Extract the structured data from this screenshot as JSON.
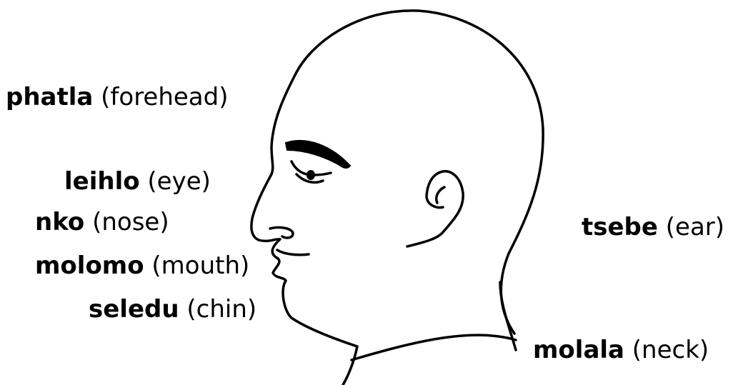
{
  "labels": {
    "forehead": {
      "word": "phatla",
      "gloss": "(forehead)"
    },
    "eye": {
      "word": "leihlo",
      "gloss": "(eye)"
    },
    "nose": {
      "word": "nko",
      "gloss": "(nose)"
    },
    "mouth": {
      "word": "molomo",
      "gloss": "(mouth)"
    },
    "chin": {
      "word": "seledu",
      "gloss": "(chin)"
    },
    "ear": {
      "word": "tsebe",
      "gloss": "(ear)"
    },
    "neck": {
      "word": "molala",
      "gloss": "(neck)"
    }
  }
}
